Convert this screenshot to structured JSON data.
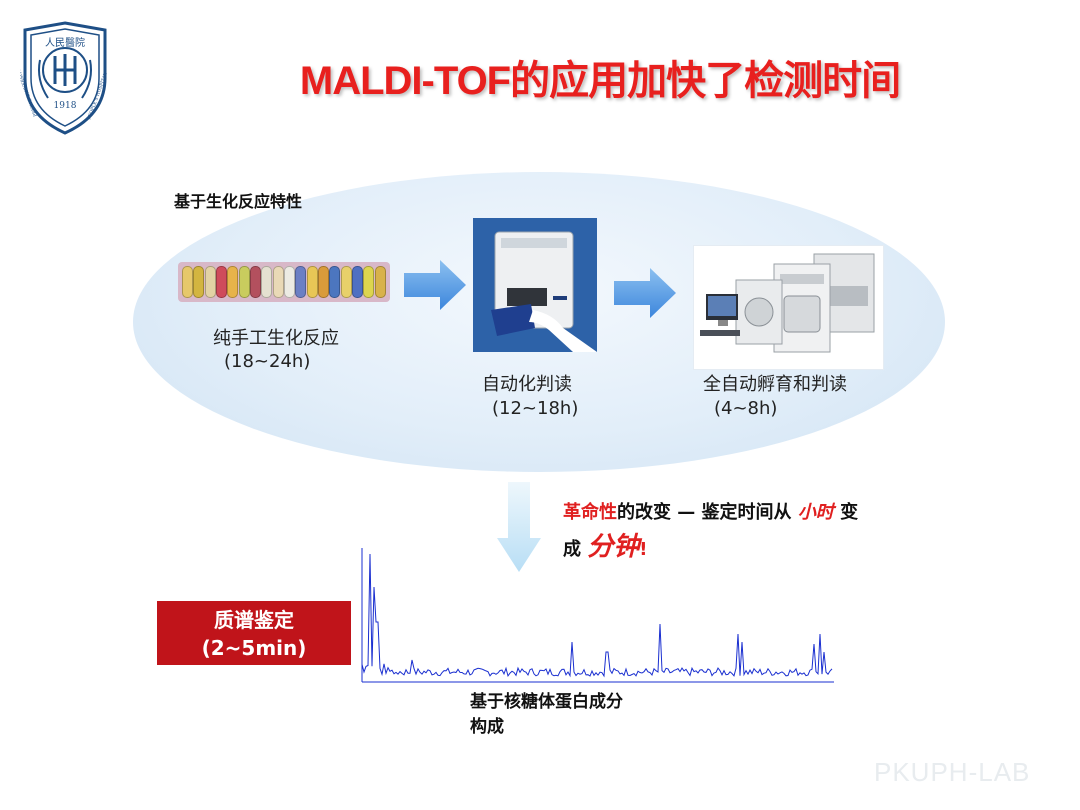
{
  "header": {
    "title": "MALDI-TOF的应用加快了检测时间"
  },
  "logo": {
    "top_text": "人民醫院",
    "year": "1918",
    "left_text": "PEKING UNIVERSITY",
    "right_text": "PEOPLE'S HOSPITAL"
  },
  "process": {
    "section_label": "基于生化反应特性",
    "steps": [
      {
        "label": "纯手工生化反应",
        "duration": "(18~24h)"
      },
      {
        "label": "自动化判读",
        "duration": "(12~18h)"
      },
      {
        "label": "全自动孵育和判读",
        "duration": "(4~8h)"
      }
    ]
  },
  "revolution": {
    "part1": "革命性",
    "part2": "的改变 — 鉴定时间从 ",
    "part3": "小时",
    "part4": " 变",
    "part5": "成 ",
    "part6": "分钟",
    "part7": "!"
  },
  "ms_box": {
    "line1": "质谱鉴定",
    "line2": "(2~5min)"
  },
  "spectrum_caption": {
    "line1": "基于核糖体蛋白成分",
    "line2": "构成"
  },
  "watermark": "PKUPH-LAB",
  "colors": {
    "title_red": "#e8201e",
    "box_red": "#c0141a",
    "arrow_blue": "#4a90e2",
    "spectrum_blue": "#1a2fd0"
  }
}
